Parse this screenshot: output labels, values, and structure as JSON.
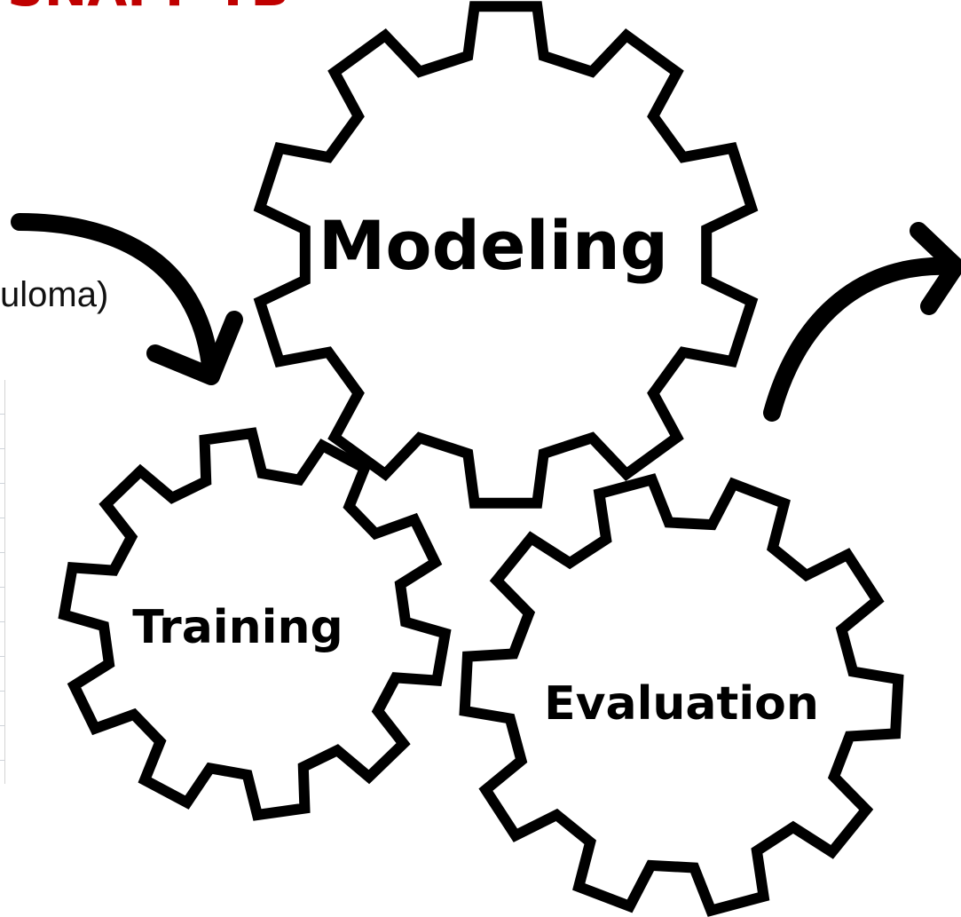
{
  "title": "SNAPP-TB",
  "title_color": "#C00000",
  "side_label": "uloma)",
  "gears": {
    "modeling": {
      "label": "Modeling"
    },
    "training": {
      "label": "Training"
    },
    "evaluation": {
      "label": "Evaluation"
    }
  },
  "colors": {
    "stroke": "#000000",
    "background": "#FFFFFF"
  }
}
